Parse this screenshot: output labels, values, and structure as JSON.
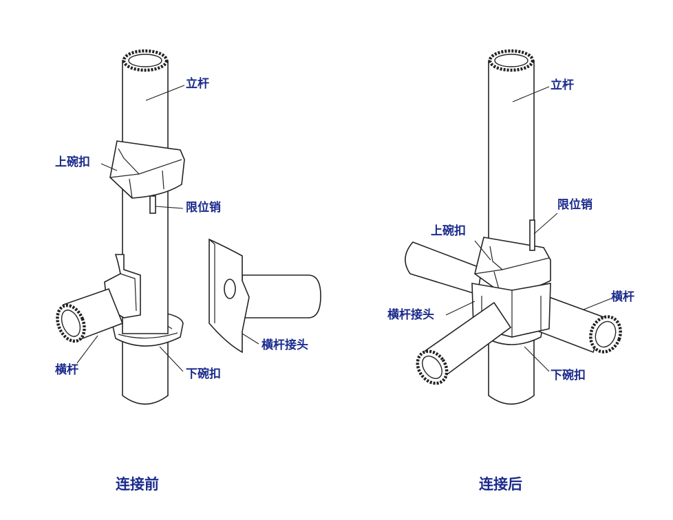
{
  "left_panel": {
    "labels": {
      "vertical_pole": "立杆",
      "upper_bowl": "上碗扣",
      "limit_pin": "限位销",
      "crossbar_joint": "横杆接头",
      "crossbar": "横杆",
      "lower_bowl": "下碗扣"
    },
    "caption": "连接前"
  },
  "right_panel": {
    "labels": {
      "vertical_pole": "立杆",
      "limit_pin": "限位销",
      "upper_bowl": "上碗扣",
      "crossbar_right": "横杆",
      "crossbar_joint": "横杆接头",
      "lower_bowl": "下碗扣"
    },
    "caption": "连接后"
  }
}
